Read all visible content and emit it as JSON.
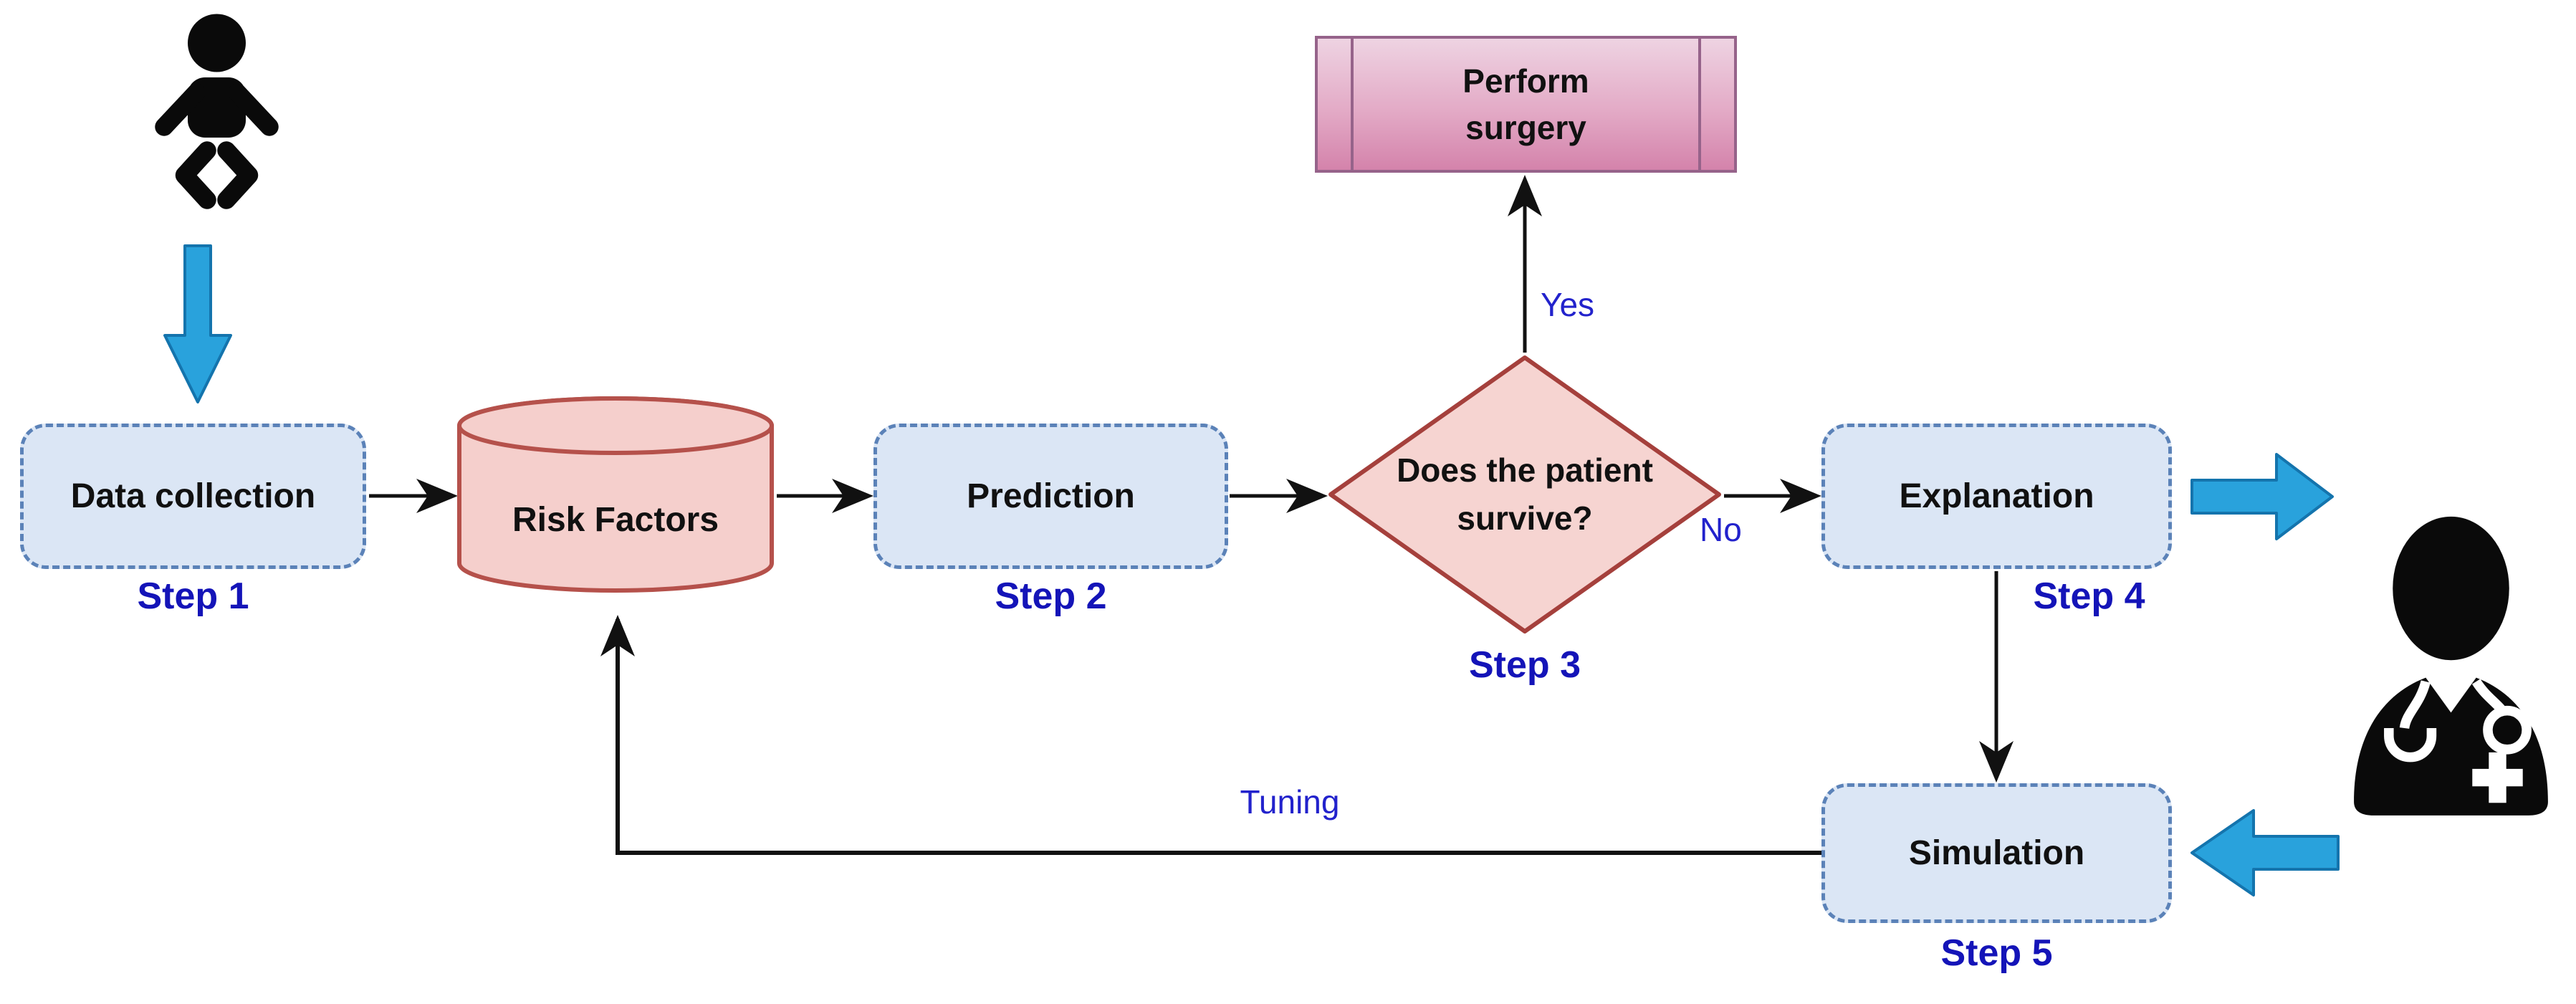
{
  "diagram": {
    "nodes": {
      "data_collection": {
        "label": "Data collection",
        "step": "Step 1",
        "shape": "dashed-rounded-rect"
      },
      "risk_factors": {
        "label": "Risk Factors",
        "shape": "database-cylinder"
      },
      "prediction": {
        "label": "Prediction",
        "step": "Step 2",
        "shape": "dashed-rounded-rect"
      },
      "decision": {
        "label": "Does the patient\nsurvive?",
        "step": "Step 3",
        "shape": "diamond"
      },
      "perform_surgery": {
        "label": "Perform\nsurgery",
        "shape": "predefined-process"
      },
      "explanation": {
        "label": "Explanation",
        "step": "Step 4",
        "shape": "dashed-rounded-rect"
      },
      "simulation": {
        "label": "Simulation",
        "step": "Step 5",
        "shape": "dashed-rounded-rect"
      }
    },
    "edge_labels": {
      "yes": "Yes",
      "no": "No",
      "tuning": "Tuning"
    },
    "icons": {
      "input": "baby-icon",
      "user": "doctor-icon",
      "block_arrows": [
        "down-block-arrow",
        "right-block-arrow",
        "left-block-arrow"
      ]
    },
    "colors": {
      "process_fill": "#dbe6f5",
      "process_border": "#5b82b8",
      "step_text": "#1414b8",
      "edge_label_text": "#2222cc",
      "cylinder_fill": "#f5cfcc",
      "cylinder_border": "#b5514b",
      "diamond_fill": "#f6d4d1",
      "diamond_border": "#a5403c",
      "surgery_gradient_top": "#eed3e2",
      "surgery_gradient_bottom": "#d483ab",
      "surgery_border": "#96638a",
      "block_arrow_fill": "#29a2dc",
      "block_arrow_border": "#1474ad",
      "connector": "#111111",
      "icon": "#0a0a0a"
    }
  }
}
